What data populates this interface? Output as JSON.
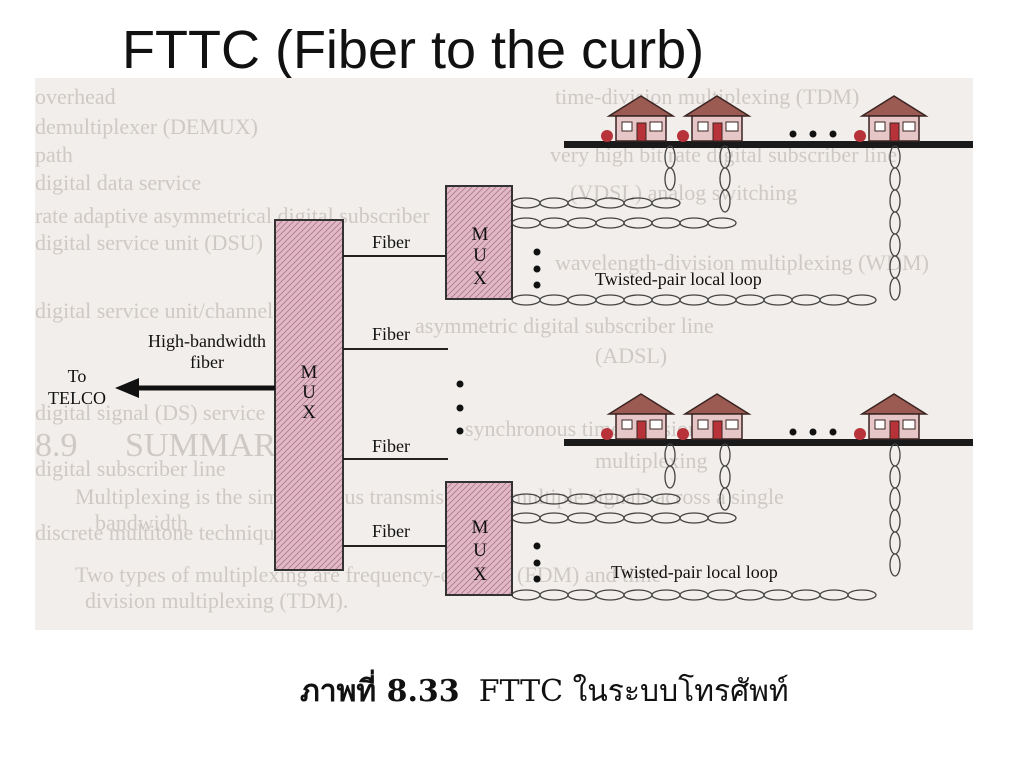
{
  "title": "FTTC (Fiber to the curb)",
  "diagram": {
    "central_mux": {
      "letters": [
        "M",
        "U",
        "X"
      ]
    },
    "top_mux": {
      "letters": [
        "M",
        "U",
        "X"
      ]
    },
    "bottom_mux": {
      "letters": [
        "M",
        "U",
        "X"
      ]
    },
    "hb_label": {
      "line1": "High-bandwidth",
      "line2": "fiber"
    },
    "telco_label": {
      "line1": "To",
      "line2": "TELCO"
    },
    "fiber_labels": [
      "Fiber",
      "Fiber",
      "Fiber",
      "Fiber"
    ],
    "loop_label": "Twisted-pair local loop",
    "colors": {
      "mux_fill": "#e3b8c6",
      "mux_stroke": "#333333",
      "paper": "#f1eeeb",
      "house_roof": "#9b5a52",
      "house_wall": "#e6c6c6",
      "house_door": "#b8323a"
    }
  },
  "caption": {
    "label": "ภาพที่ 8.33",
    "text": "FTTC ในระบบโทรศัพท์"
  }
}
